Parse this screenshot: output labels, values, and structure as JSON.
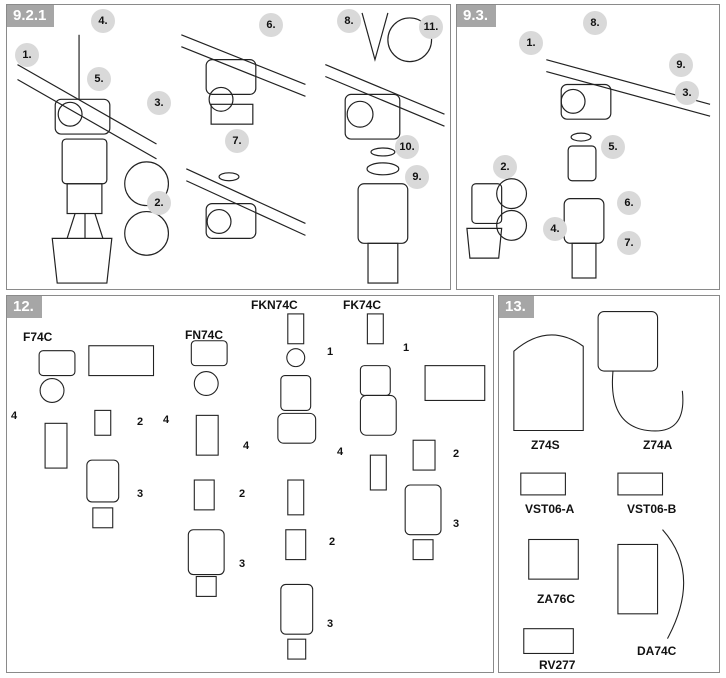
{
  "panels": {
    "p921": {
      "tag": "9.2.1",
      "steps": [
        "1.",
        "2.",
        "3.",
        "4.",
        "5.",
        "6.",
        "7.",
        "8.",
        "9.",
        "10.",
        "11."
      ]
    },
    "p93": {
      "tag": "9.3.",
      "steps": [
        "1.",
        "2.",
        "3.",
        "4.",
        "5.",
        "6.",
        "7.",
        "8.",
        "9."
      ]
    },
    "p12": {
      "tag": "12.",
      "models": [
        "F74C",
        "FN74C",
        "FKN74C",
        "FK74C"
      ],
      "parts": [
        "1",
        "2",
        "3",
        "4"
      ]
    },
    "p13": {
      "tag": "13.",
      "accessories": [
        "Z74S",
        "Z74A",
        "VST06-A",
        "VST06-B",
        "ZA76C",
        "RV277",
        "DA74C"
      ]
    }
  }
}
